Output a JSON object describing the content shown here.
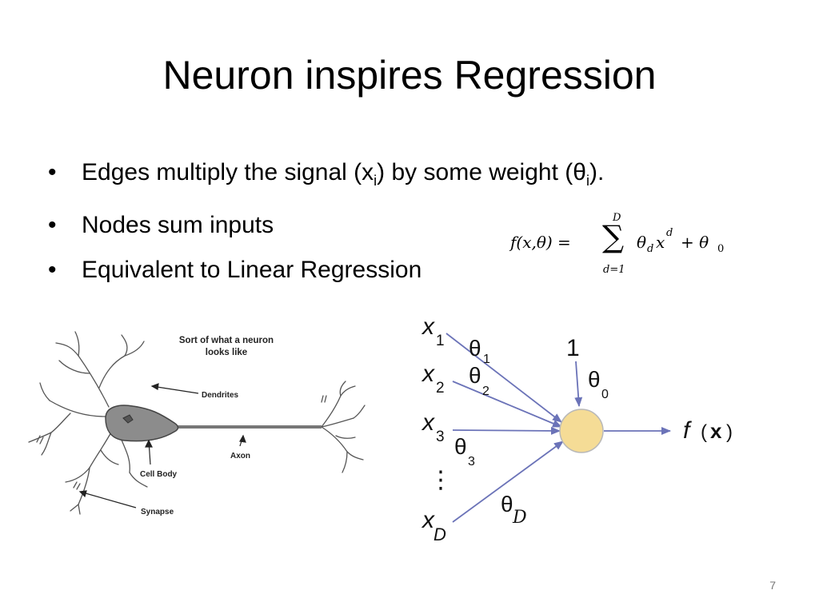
{
  "slide": {
    "title": "Neuron inspires Regression",
    "page_number": "7"
  },
  "bullets": {
    "b1_pre": "Edges multiply the signal (x",
    "b1_sub1": "i",
    "b1_mid": ") by some weight (θ",
    "b1_sub2": "i",
    "b1_post": ").",
    "b2": "Nodes sum inputs",
    "b3": "Equivalent to Linear Regression"
  },
  "formula": {
    "lhs": "f(x,θ) =",
    "sigma": "∑",
    "upper": "D",
    "lower": "d=1",
    "theta": "θ",
    "theta_sub": "d",
    "x": "x",
    "x_sup": "d",
    "plus": "+ θ",
    "theta0_sub": "0"
  },
  "neuron_figure": {
    "caption_line1": "Sort of what a neuron",
    "caption_line2": "looks like",
    "label_dendrites": "Dendrites",
    "label_axon": "Axon",
    "label_cell_body": "Cell Body",
    "label_synapse": "Synapse"
  },
  "perceptron": {
    "x": "x",
    "input_sub_1": "1",
    "input_sub_2": "2",
    "input_sub_3": "3",
    "input_sub_D": "D",
    "theta": "θ",
    "weight_sub_1": "1",
    "weight_sub_2": "2",
    "weight_sub_3": "3",
    "weight_sub_D": "D",
    "bias_input": "1",
    "bias_sub": "0",
    "dots": "⋮",
    "output_f": "f",
    "output_open": "(",
    "output_x": "x",
    "output_close": ")",
    "colors": {
      "node_fill": "#f5dc96",
      "node_stroke": "#b8b8b8",
      "arrow": "#6b73b8"
    }
  }
}
